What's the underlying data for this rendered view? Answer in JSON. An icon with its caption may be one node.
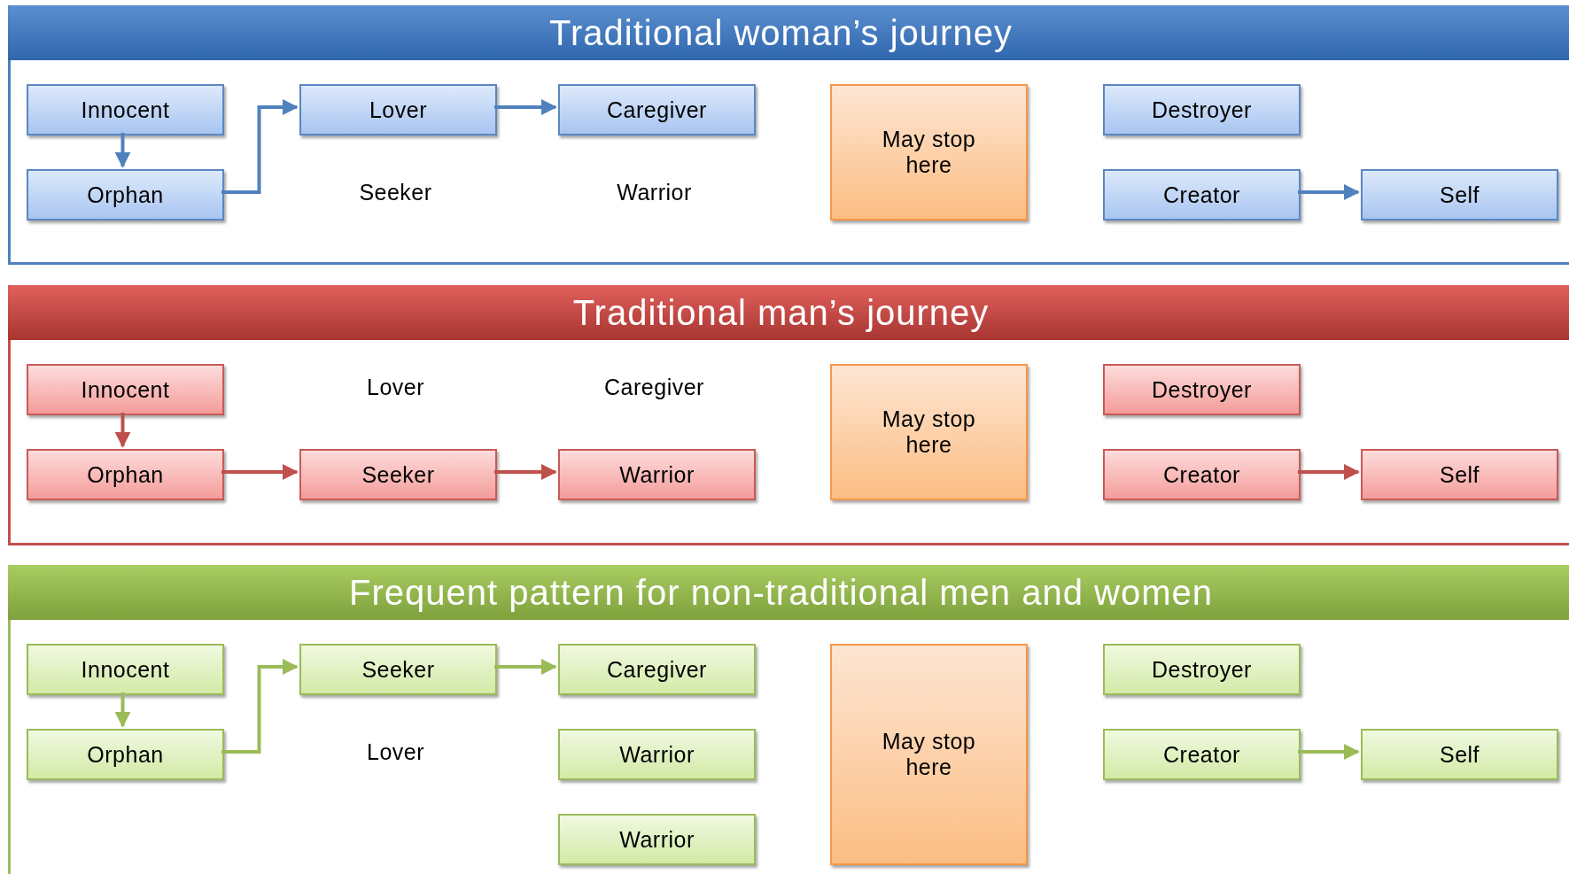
{
  "diagram": {
    "nodes": [
      {
        "text": [
          "Traditional woman’s journey"
        ]
      },
      {
        "text": [
          "Innocent"
        ],
        "in": 0
      },
      {
        "text": [
          "Orphan"
        ],
        "in": 0
      },
      {
        "text": [
          "Lover"
        ],
        "in": 0
      },
      {
        "text": [
          "Caregiver"
        ],
        "in": 0
      },
      {
        "text": [
          "May stop here"
        ],
        "in": 0
      },
      {
        "text": [
          "Destroyer"
        ],
        "in": 0
      },
      {
        "text": [
          "Creator"
        ],
        "in": 0
      },
      {
        "text": [
          "Self"
        ],
        "in": 0
      },
      {
        "text": [
          "Traditional man’s journey"
        ]
      },
      {
        "text": [
          "Innocent"
        ],
        "in": 9
      },
      {
        "text": [
          "Orphan"
        ],
        "in": 9
      },
      {
        "text": [
          "Seeker"
        ],
        "in": 9
      },
      {
        "text": [
          "Warrior"
        ],
        "in": 9
      },
      {
        "text": [
          "May stop here"
        ],
        "in": 9
      },
      {
        "text": [
          "Destroyer"
        ],
        "in": 9
      },
      {
        "text": [
          "Creator"
        ],
        "in": 9
      },
      {
        "text": [
          "Self"
        ],
        "in": 9
      },
      {
        "text": [
          "Frequent pattern for non-traditional men and women"
        ]
      },
      {
        "text": [
          "Innocent"
        ],
        "in": 18
      },
      {
        "text": [
          "Orphan"
        ],
        "in": 18
      },
      {
        "text": [
          "Seeker"
        ],
        "in": 18
      },
      {
        "text": [
          "Caregiver"
        ],
        "in": 18
      },
      {
        "text": [
          "Warrior"
        ],
        "in": 18
      },
      {
        "text": [
          "Warrior"
        ],
        "in": 18
      },
      {
        "text": [
          "May stop here"
        ],
        "in": 18
      },
      {
        "text": [
          "Destroyer"
        ],
        "in": 18
      },
      {
        "text": [
          "Creator"
        ],
        "in": 18
      },
      {
        "text": [
          "Self"
        ],
        "in": 18
      }
    ],
    "edges": [
      {
        "from": 1,
        "to": 2,
        "arrow": "to"
      },
      {
        "from": 2,
        "to": 3,
        "arrow": "to"
      },
      {
        "from": 3,
        "to": 4,
        "arrow": "to"
      },
      {
        "from": 7,
        "to": 8,
        "arrow": "to"
      },
      {
        "from": 10,
        "to": 11,
        "arrow": "to",
        "color": "#c0504d"
      },
      {
        "from": 11,
        "to": 12,
        "arrow": "to",
        "color": "#c0504d"
      },
      {
        "from": 12,
        "to": 13,
        "arrow": "to",
        "color": "#c0504d"
      },
      {
        "from": 16,
        "to": 17,
        "arrow": "to",
        "color": "#c0504d"
      },
      {
        "from": 19,
        "to": 20,
        "arrow": "to",
        "color": "#9bbb59"
      },
      {
        "from": 20,
        "to": 21,
        "arrow": "to",
        "color": "#9bbb59"
      },
      {
        "from": 21,
        "to": 22,
        "arrow": "to",
        "color": "#9bbb59"
      },
      {
        "from": 27,
        "to": 28,
        "arrow": "to",
        "color": "#9bbb59"
      }
    ],
    "labels": [
      "Seeker",
      "Warrior",
      "Lover",
      "Caregiver",
      "Lover"
    ]
  }
}
